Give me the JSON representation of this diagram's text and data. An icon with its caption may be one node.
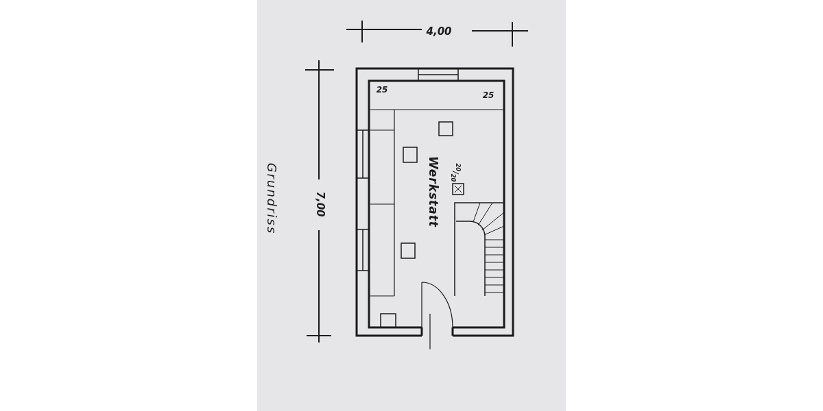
{
  "diagram": {
    "title": "Grundriss",
    "labels": [
      "4,00",
      "7,00",
      "25",
      "25",
      "Werkstatt",
      "$^{20}$/$_{20}$"
    ]
  }
}
